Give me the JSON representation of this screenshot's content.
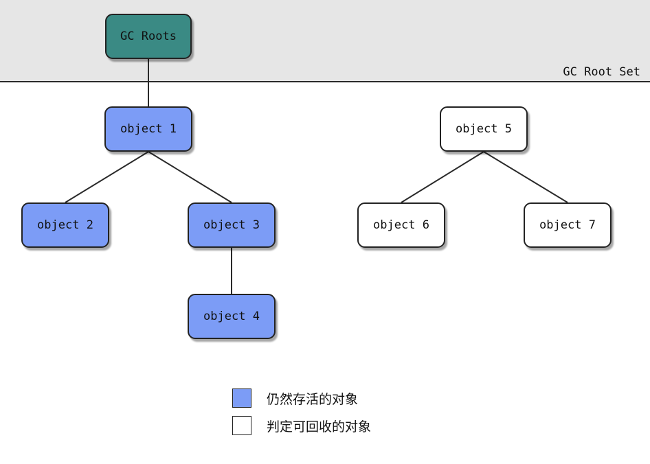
{
  "root_set": {
    "label": "GC Root Set"
  },
  "nodes": {
    "gc_roots": "GC Roots",
    "object_1": "object 1",
    "object_2": "object 2",
    "object_3": "object 3",
    "object_4": "object 4",
    "object_5": "object 5",
    "object_6": "object 6",
    "object_7": "object 7"
  },
  "edges": [
    [
      "gc_roots",
      "object_1"
    ],
    [
      "object_1",
      "object_2"
    ],
    [
      "object_1",
      "object_3"
    ],
    [
      "object_3",
      "object_4"
    ],
    [
      "object_5",
      "object_6"
    ],
    [
      "object_5",
      "object_7"
    ]
  ],
  "legend": {
    "alive_label": "仍然存活的对象",
    "collectable_label": "判定可回收的对象"
  },
  "colors": {
    "root_node": "#3a8a84",
    "alive_node": "#7c9cf6",
    "collectable_node": "#ffffff",
    "root_band": "#e6e6e6"
  }
}
